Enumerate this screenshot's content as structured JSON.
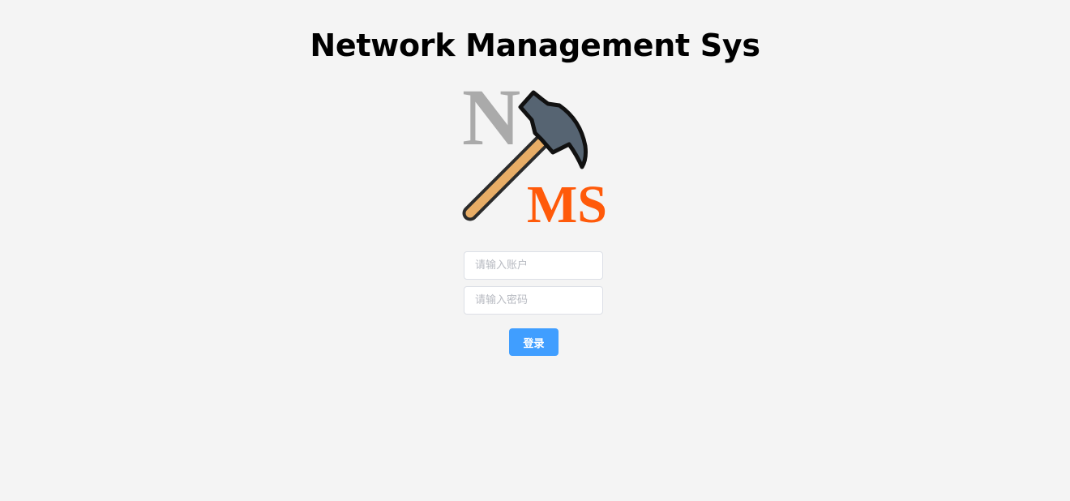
{
  "header": {
    "title": "Network Management Sys"
  },
  "logo": {
    "letter_n": "N",
    "letters_ms": "MS",
    "icon": "hammer-icon",
    "colors": {
      "n": "#aaaaaa",
      "ms": "#ff5a0a",
      "hammer_head": "#566472",
      "hammer_handle": "#e8ad66",
      "outline": "#2b2b2b"
    }
  },
  "form": {
    "account_placeholder": "请输入账户",
    "account_value": "",
    "password_placeholder": "请输入密码",
    "password_value": "",
    "login_label": "登录",
    "accent_color": "#409eff"
  }
}
